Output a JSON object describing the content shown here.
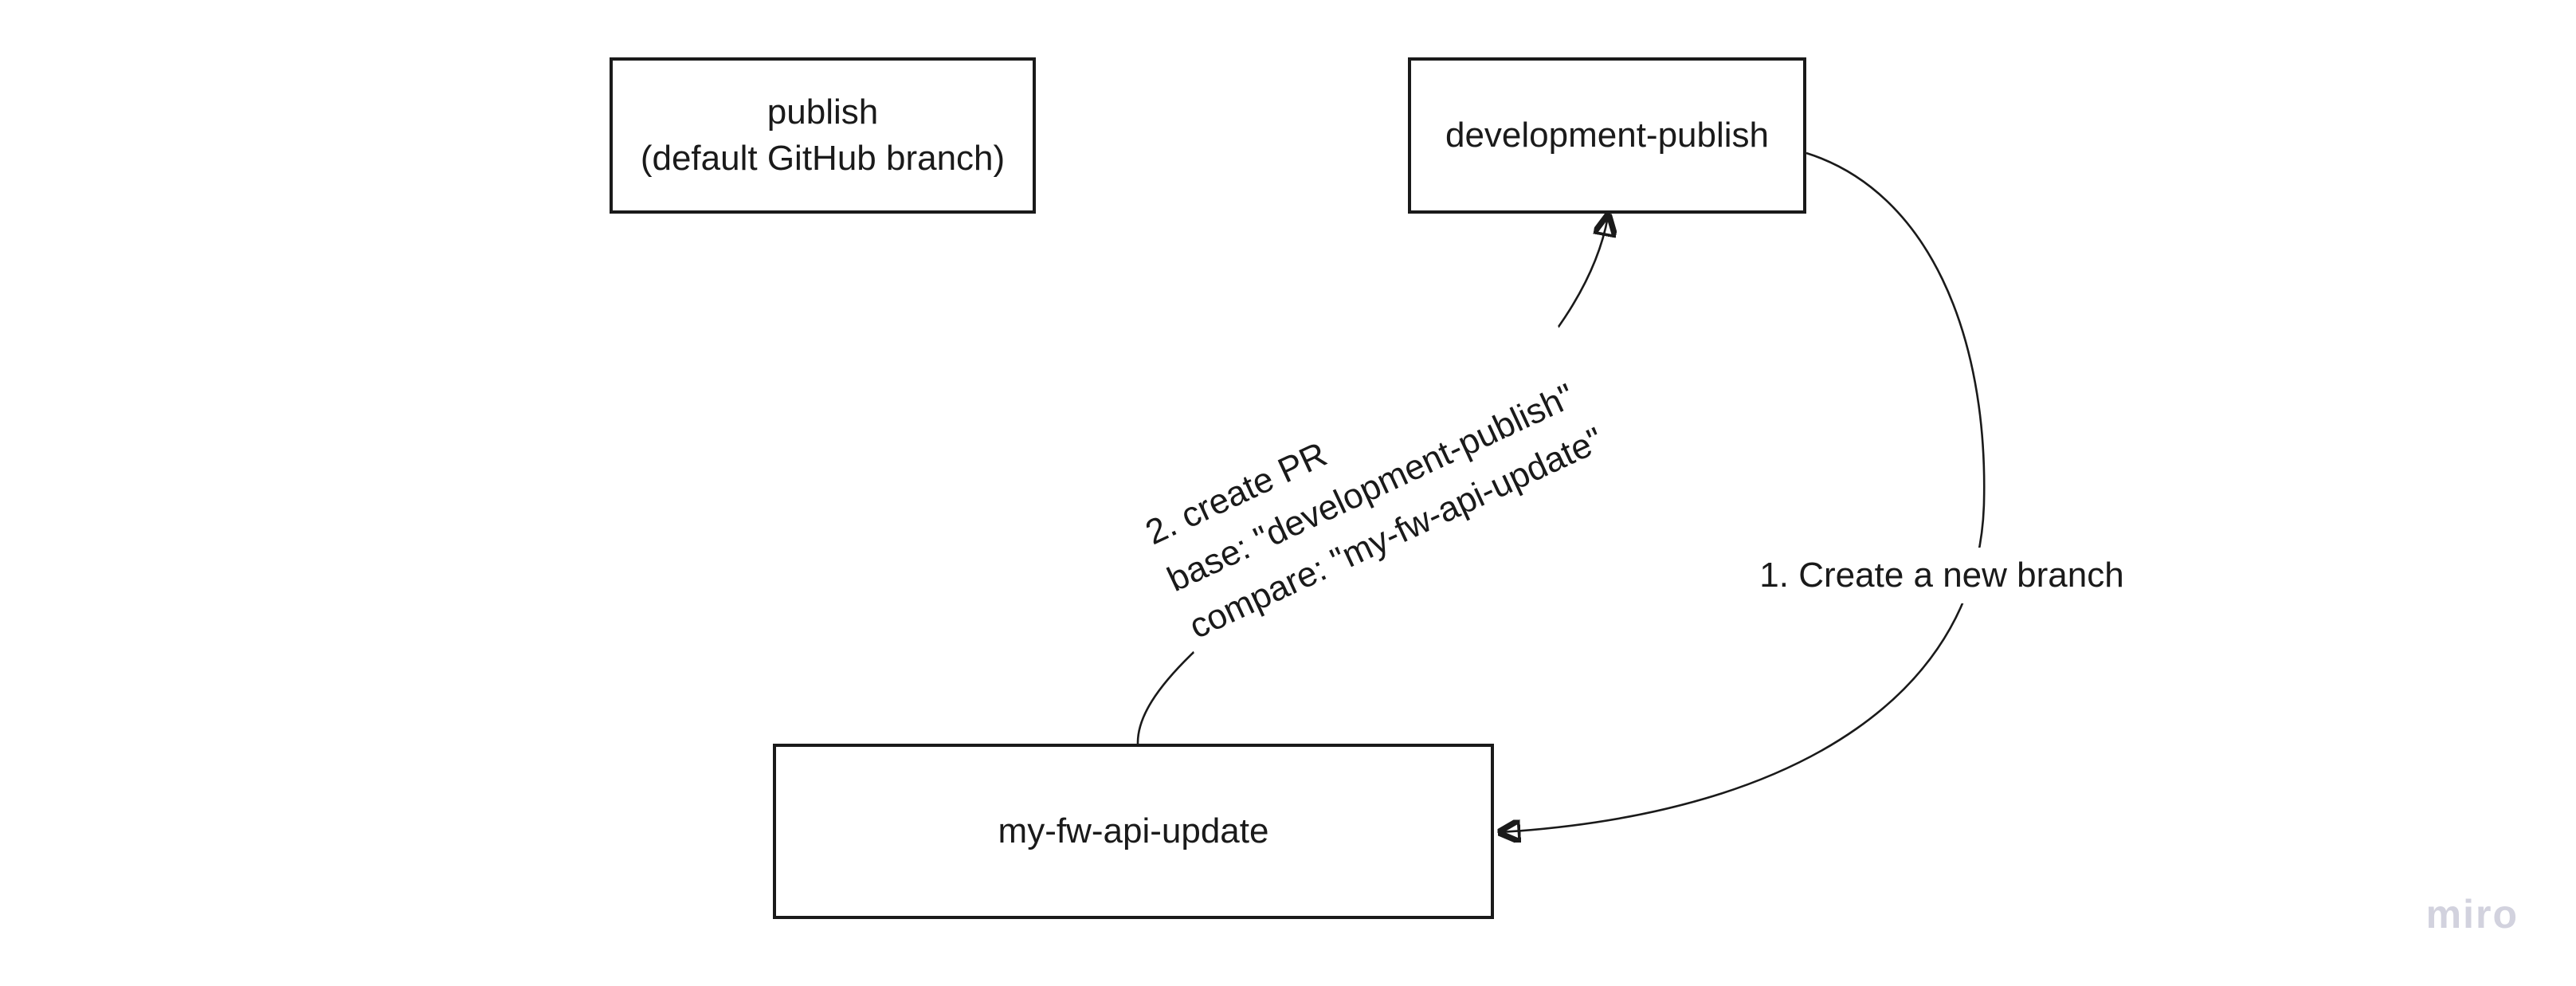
{
  "board": {
    "background": "#ffffff",
    "stroke_color": "#1a1a1a",
    "text_color": "#1a1a1a",
    "node_fill": "#ffffff"
  },
  "nodes": [
    {
      "id": "publish",
      "lines": [
        "publish",
        "(default GitHub branch)"
      ]
    },
    {
      "id": "development-publish",
      "lines": [
        "development-publish"
      ]
    },
    {
      "id": "my-fw-api-update",
      "lines": [
        "my-fw-api-update"
      ]
    }
  ],
  "connectors": [
    {
      "id": "create-branch",
      "label": "1. Create a new branch",
      "from": "development-publish",
      "to": "my-fw-api-update"
    },
    {
      "id": "create-pr",
      "label_lines": [
        "2. create PR",
        "base: \"development-publish\"",
        "compare: \"my-fw-api-update\""
      ],
      "from": "my-fw-api-update",
      "to": "development-publish"
    }
  ],
  "watermark": {
    "text": "miro",
    "color": "#d2d2de"
  }
}
